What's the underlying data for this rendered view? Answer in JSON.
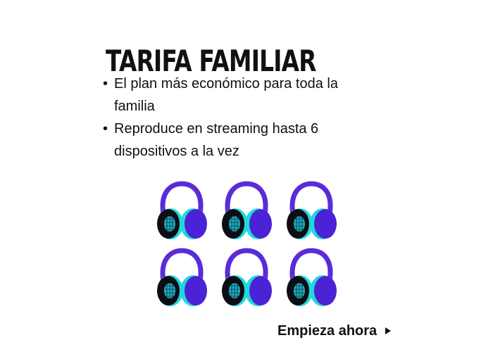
{
  "promo": {
    "title": "TARIFA FAMILIAR",
    "features": [
      {
        "bullet": "•",
        "text": "El plan más económico para toda la familia"
      },
      {
        "bullet": "•",
        "text": "Reproduce en streaming hasta 6 dispositivos a la vez"
      }
    ],
    "cta_label": "Empieza ahora"
  },
  "illustration": {
    "icon": "headphones-icon",
    "count": 6,
    "colors": {
      "headband": "#5b2bd9",
      "left_cup": "#0d0d16",
      "left_mesh": "#21b8c7",
      "cyan": "#20d8da",
      "right_cup": "#4b22d6"
    }
  },
  "cta_icon": "play-arrow-icon"
}
